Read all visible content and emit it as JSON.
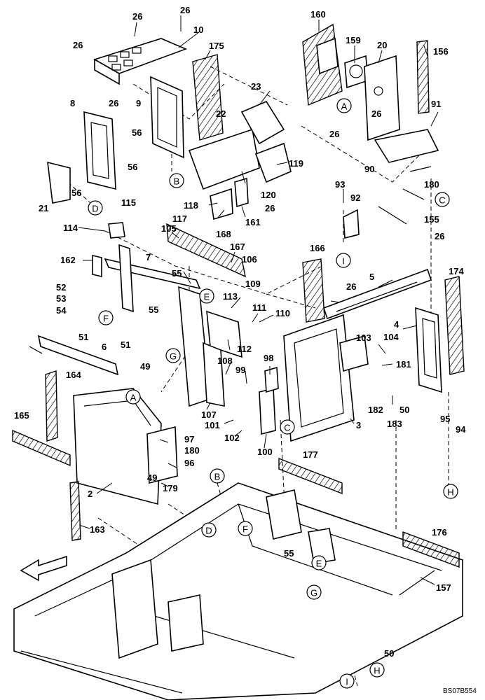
{
  "drawing_code": "BS07B554",
  "callouts": [
    "26",
    "26",
    "10",
    "175",
    "26",
    "160",
    "159",
    "20",
    "156",
    "8",
    "26",
    "9",
    "23",
    "22",
    "26",
    "91",
    "56",
    "26",
    "90",
    "56",
    "119",
    "180",
    "21",
    "56",
    "118",
    "120",
    "26",
    "93",
    "92",
    "115",
    "117",
    "161",
    "155",
    "114",
    "168",
    "105",
    "167",
    "166",
    "26",
    "7",
    "162",
    "55",
    "106",
    "5",
    "174",
    "52",
    "53",
    "109",
    "26",
    "54",
    "113",
    "111",
    "110",
    "55",
    "4",
    "51",
    "112",
    "104",
    "103",
    "98",
    "108",
    "99",
    "181",
    "164",
    "6",
    "51",
    "49",
    "107",
    "182",
    "50",
    "183",
    "165",
    "101",
    "102",
    "100",
    "3",
    "95",
    "94",
    "97",
    "180",
    "96",
    "177",
    "179",
    "49",
    "2",
    "163",
    "176",
    "55",
    "157",
    "50"
  ],
  "reference_letters": [
    "A",
    "B",
    "C",
    "D",
    "E",
    "F",
    "G",
    "H",
    "I",
    "A",
    "B",
    "C",
    "D",
    "E",
    "F",
    "G",
    "H",
    "I"
  ],
  "direction_arrow": "front-arrow-icon"
}
